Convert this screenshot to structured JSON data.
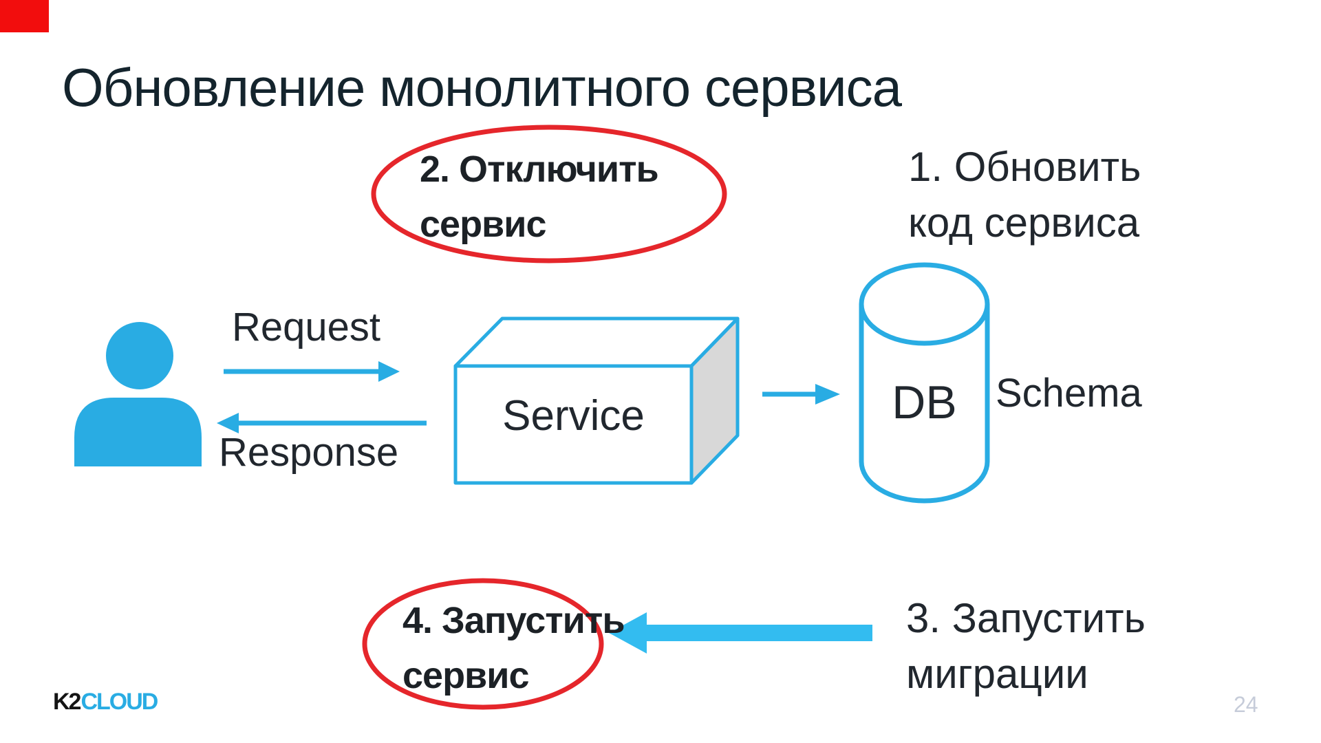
{
  "slide": {
    "title": "Обновление монолитного сервиса",
    "page_number": "24",
    "logo": {
      "k2": "K2",
      "cloud": "CLOUD"
    }
  },
  "colors": {
    "accent_cyan": "#29ACE3",
    "accent_cyan_light": "#33BCF0",
    "highlight_red": "#E5262B",
    "title_text": "#14242D",
    "body_text": "#21272E",
    "bold_text": "#1C2126",
    "box_side_gray": "#D8D8D8",
    "page_number_gray": "#C6CCD9",
    "corner_red": "#F20D0D"
  },
  "diagram": {
    "steps": {
      "step1": {
        "line1": "1. Обновить",
        "line2": "код сервиса"
      },
      "step2": {
        "line1": "2. Отключить",
        "line2": "сервис"
      },
      "step3": {
        "line1": "3. Запустить",
        "line2": "миграции"
      },
      "step4": {
        "line1": "4. Запустить",
        "line2": "сервис"
      }
    },
    "labels": {
      "request": "Request",
      "response": "Response",
      "service": "Service",
      "db": "DB",
      "schema": "Schema"
    }
  }
}
